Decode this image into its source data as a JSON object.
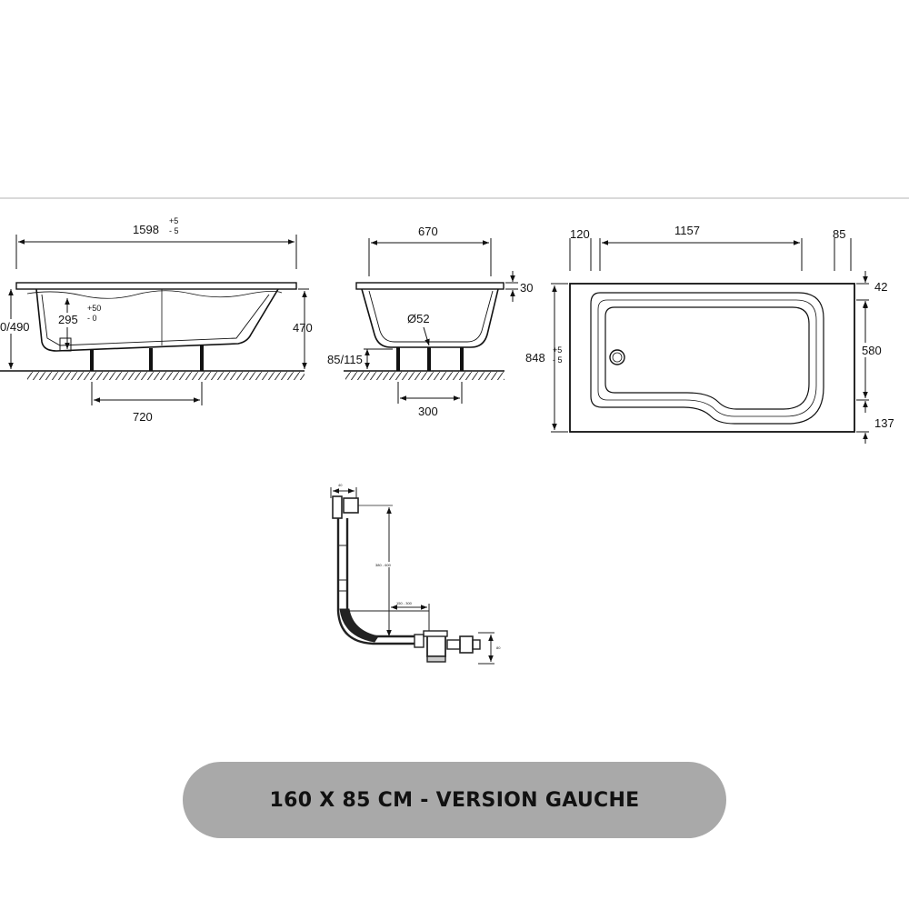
{
  "side_view": {
    "length": "1598",
    "length_tol_plus": "+5",
    "length_tol_minus": "- 5",
    "left_height": "0/490",
    "seat_depth": "295",
    "seat_tol_plus": "+50",
    "seat_tol_minus": "- 0",
    "rim_height": "470",
    "feet_spacing": "720"
  },
  "end_view": {
    "width": "670",
    "rim_thickness": "30",
    "drain_diameter": "Ø52",
    "foot_height": "85/115",
    "feet_spacing": "300"
  },
  "top_view": {
    "left_margin": "120",
    "basin_length": "1157",
    "right_margin": "85",
    "overall_width": "848",
    "width_tol_plus": "+5",
    "width_tol_minus": "- 5",
    "top_margin": "42",
    "basin_width": "580",
    "bottom_margin": "137"
  },
  "drain_detail": {
    "top_dim": "40",
    "vertical_dim": "380 - 600",
    "horizontal_dim": "150 - 300",
    "side_dim": "80"
  },
  "caption": "160 X 85 CM - VERSION GAUCHE"
}
